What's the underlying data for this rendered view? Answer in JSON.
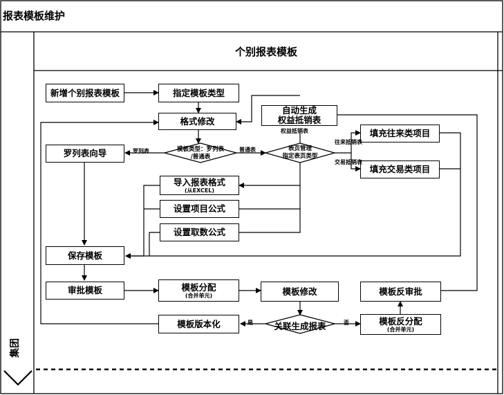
{
  "title": "报表模板维护",
  "lane_label": "集团",
  "column_header": "个别报表模板",
  "nodes": {
    "add_template": "新增个别报表模板",
    "specify_type": "指定模板类型",
    "format_modify": "格式修改",
    "auto_generate_line1": "自动生成",
    "auto_generate_line2": "权益抵销表",
    "fill_current": "填充往来类项目",
    "fill_trade": "填充交易类项目",
    "column_wizard": "罗列表向导",
    "template_type_line1": "模板类型：罗列表",
    "template_type_line2": "/普通表",
    "page_mgmt_line1": "表页管理",
    "page_mgmt_line2": "指定表页类型",
    "import_format": "导入报表格式",
    "import_format_sub": "(从EXCEL)",
    "set_item_formula": "设置项目公式",
    "set_fetch_formula": "设置取数公式",
    "save_template": "保存模板",
    "approve_template": "审批模板",
    "assign_template": "模板分配",
    "assign_template_sub": "(合并单元)",
    "modify_template": "模板修改",
    "unapprove_template": "模板反审批",
    "versioning": "模板版本化",
    "related_report": "关联生成报表",
    "unassign_template": "模板反分配",
    "unassign_template_sub": "(合并单元)"
  },
  "edge_labels": {
    "column_table": "罗列表",
    "normal_table": "普通表",
    "equity_offset": "权益抵销表",
    "current_offset": "往来抵销表",
    "trade_offset": "交易抵销表",
    "yes": "是",
    "no": "否"
  }
}
